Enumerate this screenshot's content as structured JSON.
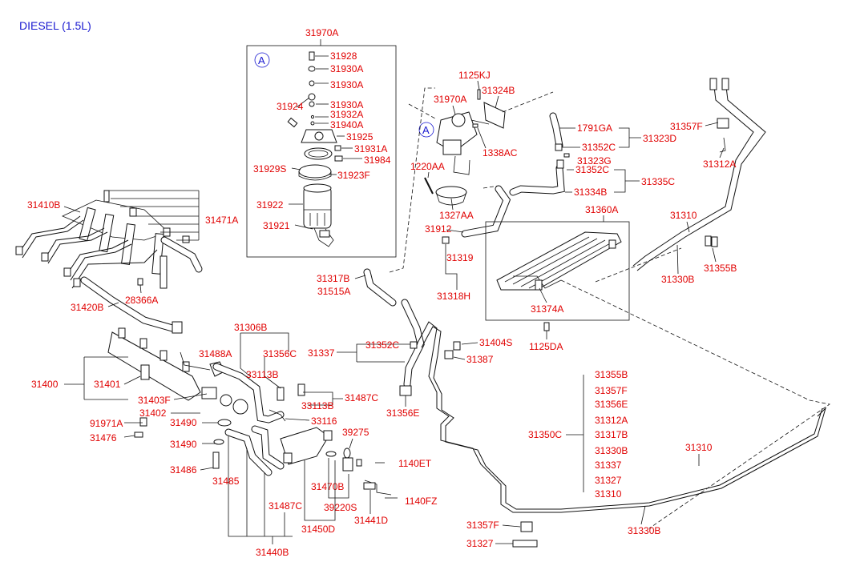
{
  "title": "DIESEL (1.5L)",
  "detail_marker": "A",
  "labels": {
    "l31970A_box": "31970A",
    "l31928": "31928",
    "l31930A_1": "31930A",
    "l31930A_2": "31930A",
    "l31924": "31924",
    "l31930A_3": "31930A",
    "l31932A": "31932A",
    "l31940A": "31940A",
    "l31925": "31925",
    "l31931A": "31931A",
    "l31984": "31984",
    "l31929S": "31929S",
    "l31923F": "31923F",
    "l31922": "31922",
    "l31921": "31921",
    "l1125KJ": "1125KJ",
    "l31324B": "31324B",
    "l31970A_2": "31970A",
    "l1338AC": "1338AC",
    "l1220AA": "1220AA",
    "l1327AA": "1327AA",
    "l31912": "31912",
    "l31319": "31319",
    "l31318H": "31318H",
    "l1791GA": "1791GA",
    "l31352C_1": "31352C",
    "l31323D": "31323D",
    "l31323G": "31323G",
    "l31352C_2": "31352C",
    "l31335C": "31335C",
    "l31334B": "31334B",
    "l31357F_1": "31357F",
    "l31312A_1": "31312A",
    "l31360A": "31360A",
    "l31310_1": "31310",
    "l31355B_1": "31355B",
    "l31330B_1": "31330B",
    "l31374A": "31374A",
    "l1125DA": "1125DA",
    "l31410B": "31410B",
    "l31471A": "31471A",
    "l31420B": "31420B",
    "l28366A": "28366A",
    "l31317B_1": "31317B",
    "l31515A": "31515A",
    "l31306B": "31306B",
    "l31488A": "31488A",
    "l31356C": "31356C",
    "l33113B_1": "33113B",
    "l31337_1": "31337",
    "l31352C_3": "31352C",
    "l31404S": "31404S",
    "l31387": "31387",
    "l31400": "31400",
    "l31401": "31401",
    "l31403F": "31403F",
    "l31402": "31402",
    "l31487C_1": "31487C",
    "l33113B_2": "33113B",
    "l33116": "33116",
    "l31356E_1": "31356E",
    "l91971A": "91971A",
    "l31476": "31476",
    "l31490_1": "31490",
    "l31490_2": "31490",
    "l31486": "31486",
    "l31485": "31485",
    "l39275": "39275",
    "l1140ET": "1140ET",
    "l31470B": "31470B",
    "l39220S": "39220S",
    "l1140FZ": "1140FZ",
    "l31487C_2": "31487C",
    "l31441D": "31441D",
    "l31450D": "31450D",
    "l31440B": "31440B",
    "l31355B_2": "31355B",
    "l31357F_2": "31357F",
    "l31356E_2": "31356E",
    "l31312A_2": "31312A",
    "l31350C": "31350C",
    "l31317B_2": "31317B",
    "l31330B_2": "31330B",
    "l31337_2": "31337",
    "l31327_1": "31327",
    "l31310_2": "31310",
    "l31310_3": "31310",
    "l31330B_3": "31330B",
    "l31357F_3": "31357F",
    "l31327_2": "31327"
  }
}
